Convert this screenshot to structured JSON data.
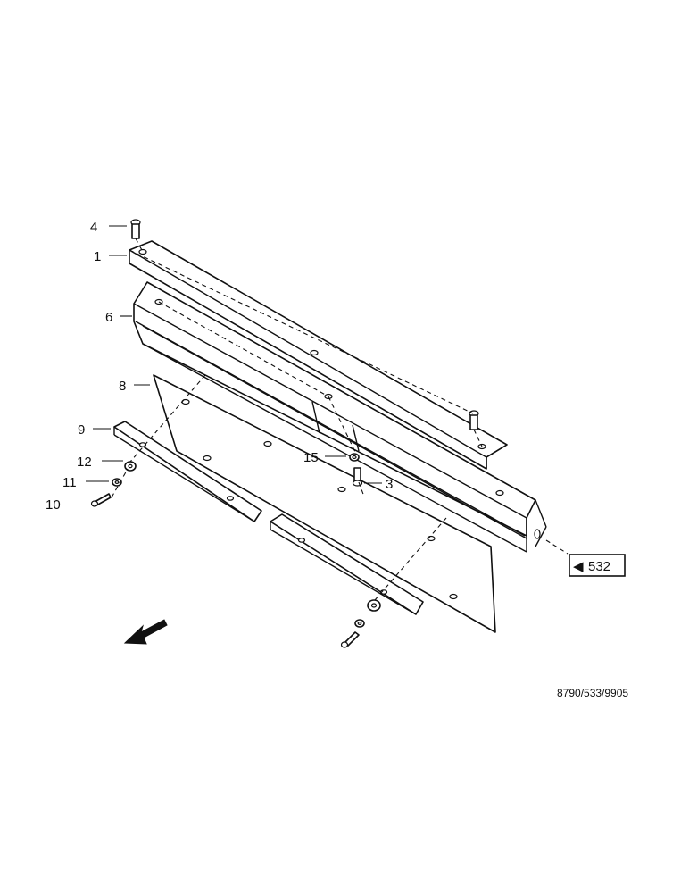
{
  "diagram": {
    "callouts": [
      {
        "id": "c4",
        "label": "4"
      },
      {
        "id": "c1",
        "label": "1"
      },
      {
        "id": "c6",
        "label": "6"
      },
      {
        "id": "c8",
        "label": "8"
      },
      {
        "id": "c9",
        "label": "9"
      },
      {
        "id": "c12",
        "label": "12"
      },
      {
        "id": "c11",
        "label": "11"
      },
      {
        "id": "c10",
        "label": "10"
      },
      {
        "id": "c15",
        "label": "15"
      },
      {
        "id": "c3",
        "label": "3"
      }
    ],
    "reference": {
      "arrow_glyph": "◀",
      "page": "532"
    },
    "drawing_number": "8790/533/9905"
  }
}
